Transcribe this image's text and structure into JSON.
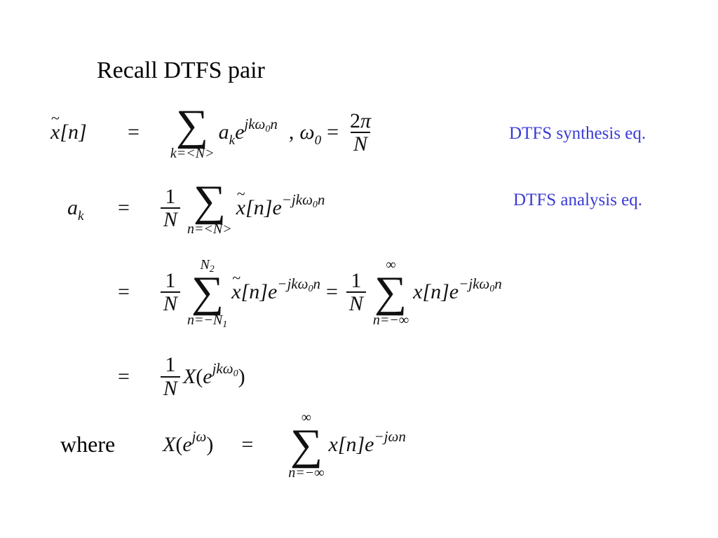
{
  "title": "Recall DTFS pair",
  "synthesis_label": "DTFS synthesis eq.",
  "analysis_label": "DTFS analysis eq.",
  "where_label": "where",
  "equations": {
    "eq1": "x̃[n] = Σ_{k=<N>} a_k e^{jkω₀n} , ω₀ = 2π/N",
    "eq2": "a_k = (1/N) Σ_{n=<N>} x̃[n] e^{-jkω₀n}",
    "eq3": "= (1/N) Σ_{n=-N₁}^{N₂} x̃[n] e^{-jkω₀n} = (1/N) Σ_{n=-∞}^{∞} x[n] e^{-jkω₀n}",
    "eq4": "= (1/N) X(e^{jkω₀})",
    "eq5": "X(e^{jω}) = Σ_{n=-∞}^{∞} x[n] e^{-jωn}"
  },
  "colors": {
    "annotation": "#3a3ad6",
    "text": "#111111"
  }
}
